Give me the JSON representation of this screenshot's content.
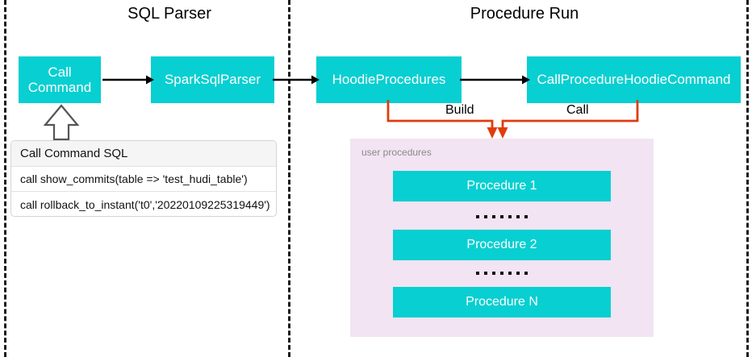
{
  "sections": {
    "left": {
      "title": "SQL Parser"
    },
    "right": {
      "title": "Procedure Run"
    }
  },
  "nodes": {
    "call_command": "Call\nCommand",
    "call_command_line1": "Call",
    "call_command_line2": "Command",
    "spark_sql_parser": "SparkSqlParser",
    "hoodie_procedures": "HoodieProcedures",
    "call_procedure_hoodie_command": "CallProcedureHoodieCommand"
  },
  "edges": {
    "build_label": "Build",
    "call_label": "Call"
  },
  "sql_panel": {
    "header": "Call Command SQL",
    "rows": [
      "call show_commits(table => 'test_hudi_table')",
      "call rollback_to_instant('t0','20220109225319449')"
    ]
  },
  "user_procedures": {
    "caption": "user procedures",
    "items": [
      {
        "label": "Procedure 1"
      },
      {
        "label": "Procedure 2"
      },
      {
        "label": "Procedure N"
      }
    ],
    "ellipsis": "......."
  },
  "colors": {
    "node_fill": "#08CFD1",
    "node_text": "#FFFFFF",
    "panel_fill": "#F2E4F2",
    "edge_orange": "#E03C0C",
    "edge_black": "#000000",
    "divider": "#1A1A1A"
  }
}
